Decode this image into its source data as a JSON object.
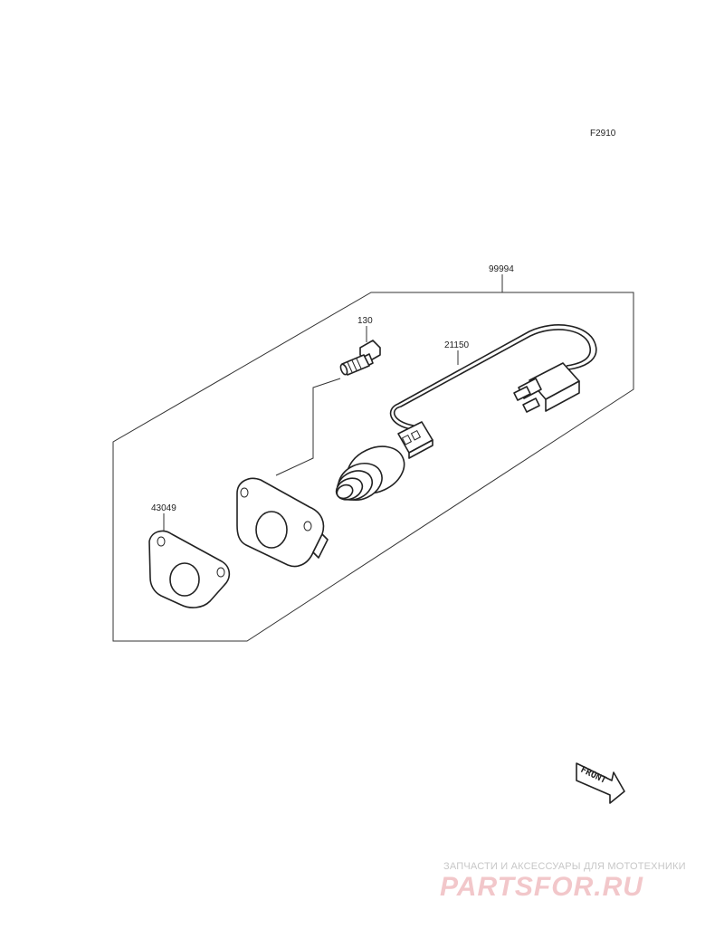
{
  "diagram": {
    "code": "F2910",
    "callouts": [
      {
        "id": "kit",
        "label": "99994"
      },
      {
        "id": "bolt",
        "label": "130"
      },
      {
        "id": "harness",
        "label": "21150"
      },
      {
        "id": "gasket",
        "label": "43049"
      }
    ],
    "front_arrow": {
      "label": "FRONT"
    }
  },
  "watermark": {
    "tagline": "ЗАПЧАСТИ И АКСЕССУАРЫ ДЛЯ МОТОТЕХНИКИ",
    "logo": "PARTSFOR.RU"
  }
}
